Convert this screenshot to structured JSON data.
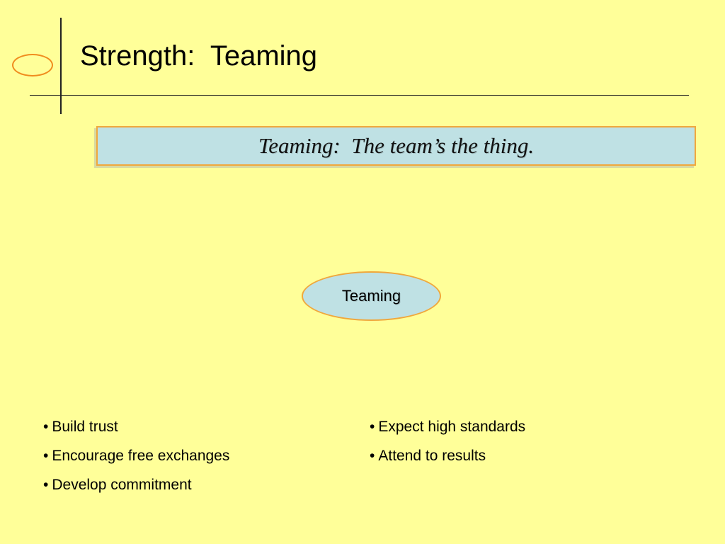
{
  "slide": {
    "title": "Strength:  Teaming",
    "banner_text": "Teaming:  The team’s the thing.",
    "center_label": "Teaming",
    "bullet_glyph": "•",
    "left_bullets": [
      "Build trust",
      "Encourage free exchanges",
      "Develop commitment"
    ],
    "right_bullets": [
      "Expect high standards",
      "Attend to results"
    ]
  },
  "colors": {
    "background": "#ffff99",
    "accent_orange": "#f08c1e",
    "box_fill": "#bfe1e4"
  }
}
